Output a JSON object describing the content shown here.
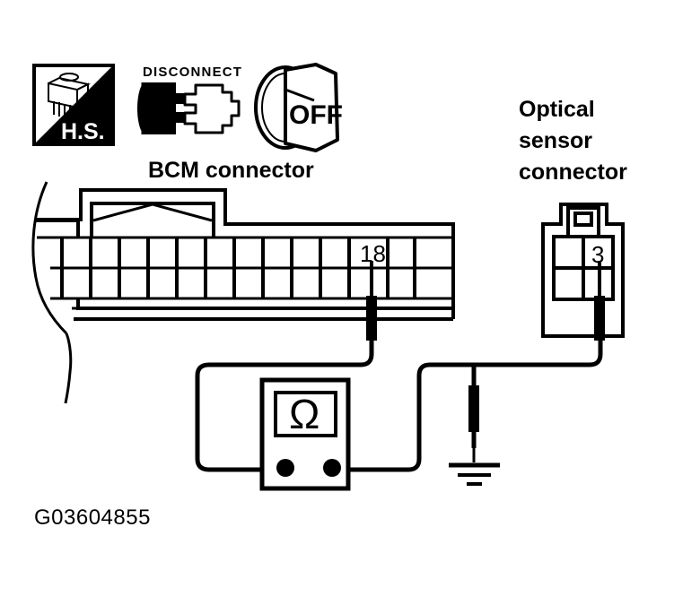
{
  "document": {
    "caption": "G03604855",
    "background_color": "#ffffff",
    "line_color": "#000000"
  },
  "icons": {
    "hs_badge": {
      "name": "hs-badge-icon",
      "label": "H.S.",
      "description": "hand-scan connector badge, diagonal split square"
    },
    "disconnect": {
      "name": "disconnect-icon",
      "label": "DISCONNECT",
      "description": "two separated connector halves"
    },
    "ignition_off": {
      "name": "ignition-off-icon",
      "label": "OFF",
      "description": "ignition key switch in OFF position"
    }
  },
  "labels": {
    "bcm_connector": "BCM connector",
    "optical_sensor_connector": [
      "Optical",
      "sensor",
      "connector"
    ]
  },
  "bcm_connector": {
    "name": "bcm-connector",
    "pin_label": "18",
    "pin_number": 18,
    "rows": 2,
    "columns": 14,
    "has_break_edge": true
  },
  "optical_sensor_connector": {
    "name": "optical-sensor-connector",
    "pin_label": "3",
    "pin_number": 3,
    "rows": 2,
    "columns": 2
  },
  "meter": {
    "name": "ohmmeter",
    "display_symbol": "Ω",
    "terminals": 2
  },
  "ground": {
    "name": "ground-symbol",
    "bars": 3
  },
  "probes": [
    {
      "name": "probe-bcm-pin-18",
      "target": "18"
    },
    {
      "name": "probe-optical-pin-3",
      "target": "3"
    },
    {
      "name": "probe-ground",
      "target": "ground"
    }
  ]
}
